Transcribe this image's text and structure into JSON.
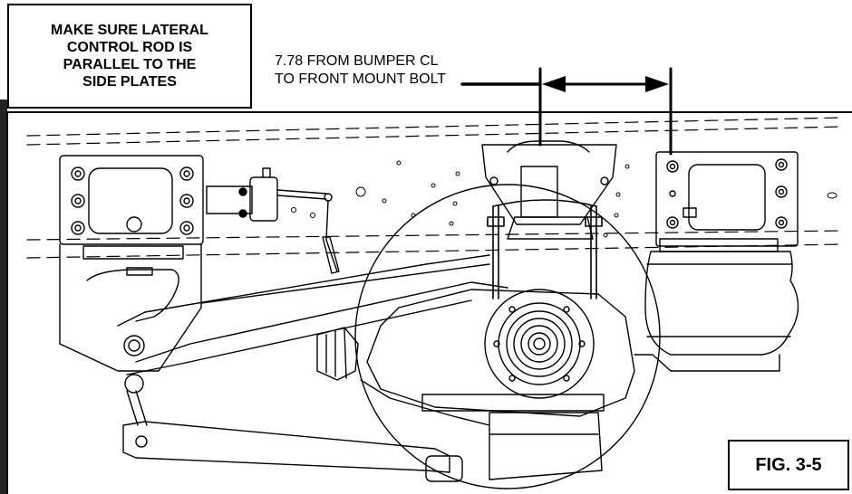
{
  "callouts": {
    "note_lines": [
      "MAKE SURE LATERAL",
      "CONTROL ROD IS",
      "PARALLEL TO THE",
      "SIDE PLATES"
    ],
    "dimension_lines": [
      "7.78 FROM BUMPER CL",
      "TO FRONT MOUNT BOLT"
    ],
    "figure_label": "FIG. 3-5"
  },
  "colors": {
    "line": "#000000",
    "background": "#ffffff"
  }
}
